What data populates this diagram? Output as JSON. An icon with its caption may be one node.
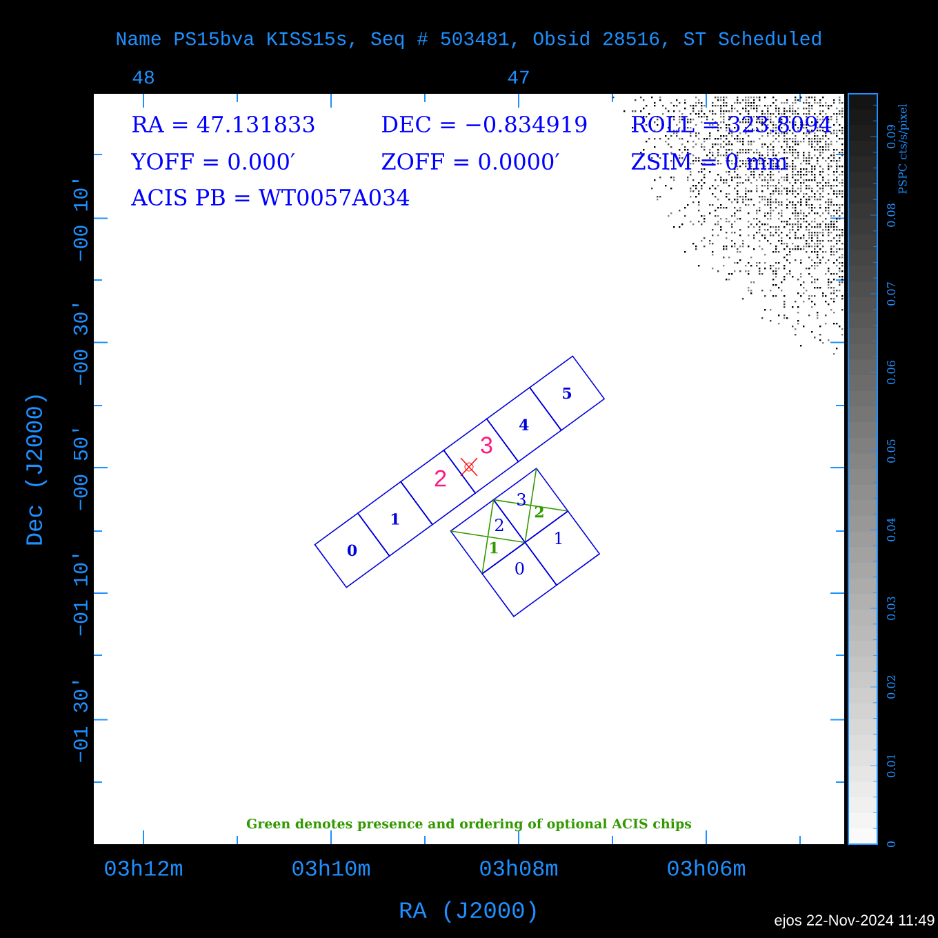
{
  "diagram": {
    "title": "Name PS15bva KISS15s, Seq # 503481, Obsid 28516, ST Scheduled",
    "nodes": [
      {
        "text": [
          "0"
        ]
      },
      {
        "text": [
          "1"
        ]
      },
      {
        "text": [
          "2"
        ]
      },
      {
        "text": [
          "3"
        ]
      },
      {
        "text": [
          "4"
        ]
      },
      {
        "text": [
          "5"
        ]
      },
      {
        "text": [
          "3"
        ]
      },
      {
        "text": [
          "2"
        ]
      },
      {
        "text": [
          "1"
        ]
      },
      {
        "text": [
          "0"
        ]
      }
    ],
    "labels": [
      "48",
      "47",
      "RA = 47.131833",
      "DEC = −0.834919",
      "ROLL = 323.8094",
      "YOFF = 0.000′",
      "ZOFF = 0.0000′",
      "ZSIM = 0 mm",
      "ACIS PB = WT0057A034",
      "−00 10′",
      "−00 30′",
      "−00 50′",
      "−01 10′",
      "−01 30′",
      "Dec (J2000)",
      "2",
      "1",
      "0.09",
      "0.08",
      "0.07",
      "0.06",
      "0.05",
      "0.04",
      "0.03",
      "0.02",
      "0.01",
      "0",
      "PSPC cts/s/pixel",
      "Green denotes presence and ordering of optional ACIS chips",
      "03h12m",
      "03h10m",
      "03h08m",
      "03h06m",
      "RA (J2000)",
      "ejos 22-Nov-2024 11:49"
    ]
  }
}
